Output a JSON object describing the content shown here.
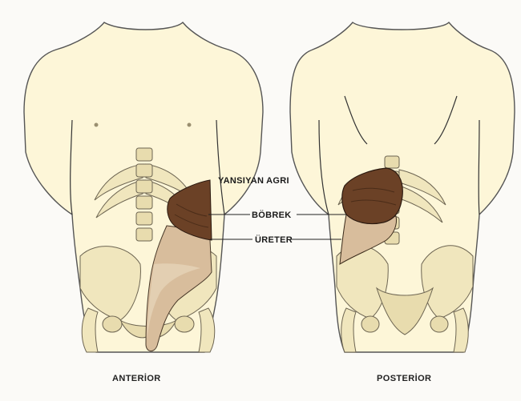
{
  "labels": {
    "referred_pain": "YANSIYAN AGRI",
    "kidney": "BÖBREK",
    "ureter": "ÜRETER"
  },
  "captions": {
    "anterior": "ANTERİOR",
    "posterior": "POSTERİOR"
  },
  "colors": {
    "kidney_zone": "#6b4126",
    "ureter_zone": "#d8bd9c",
    "ureter_zone_light": "#c9a888",
    "skin": "#fdf6d8",
    "bone": "#f0e6bd"
  }
}
